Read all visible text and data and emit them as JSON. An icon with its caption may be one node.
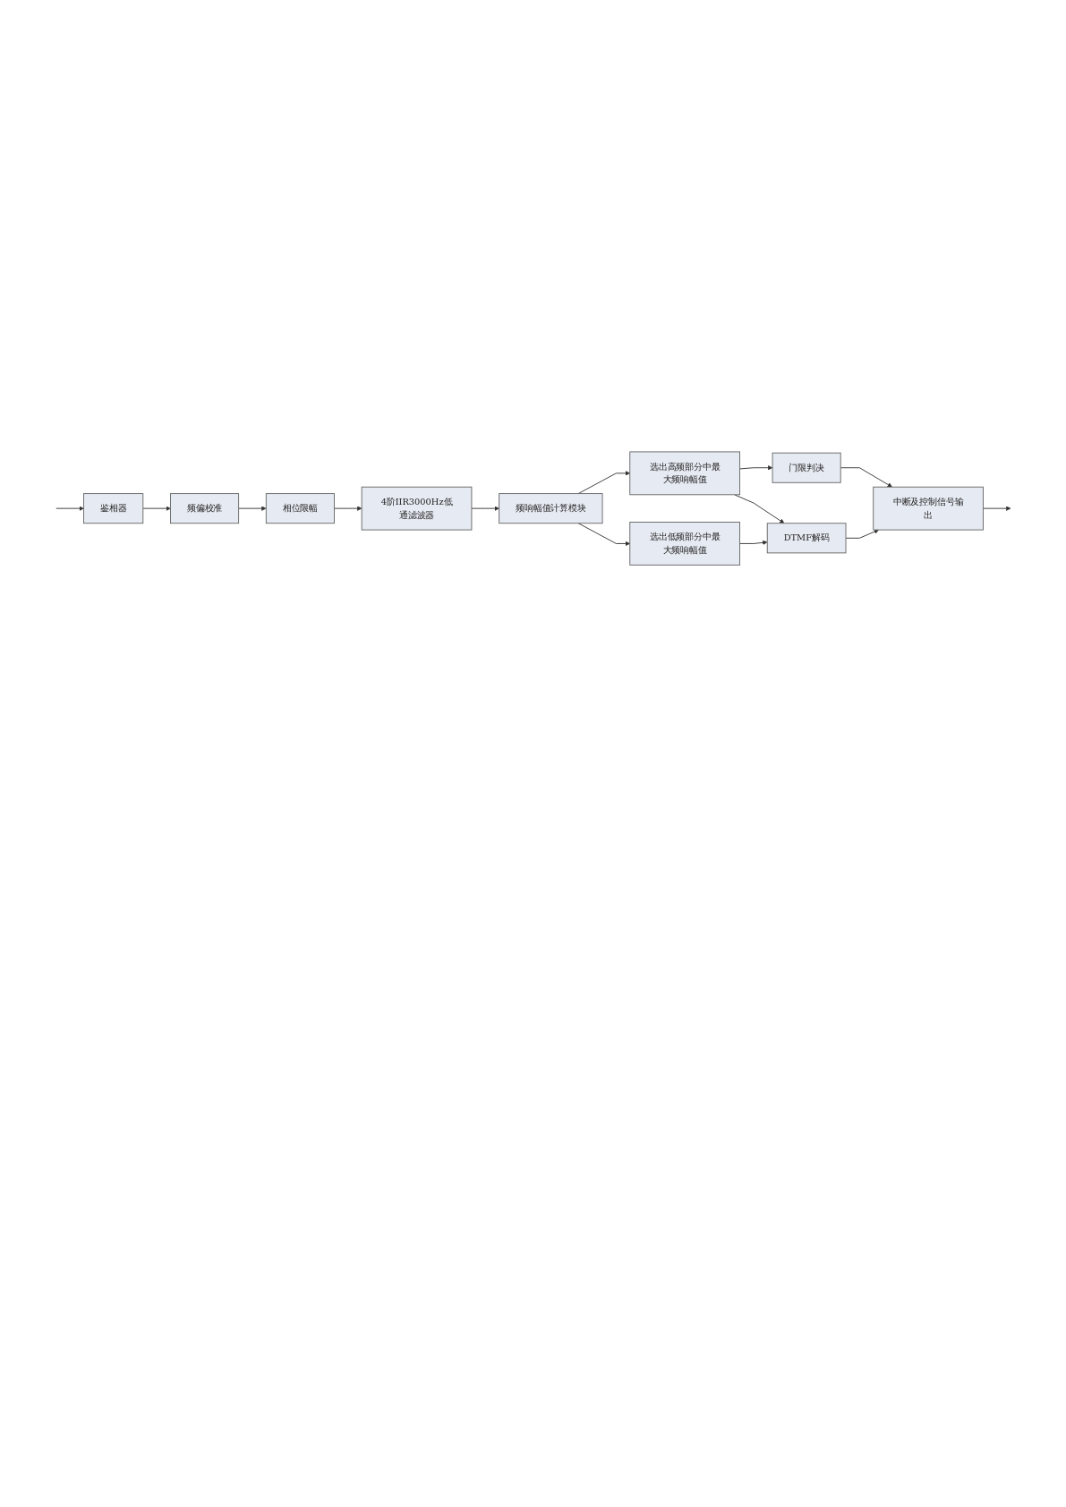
{
  "diagram": {
    "nodes": [
      {
        "text": [
          "鉴相器"
        ]
      },
      {
        "text": [
          "频偏校准"
        ]
      },
      {
        "text": [
          "相位限幅"
        ]
      },
      {
        "text": [
          "4阶IIR3000Hz低通滤波器"
        ]
      },
      {
        "text": [
          "频响幅值计算模块"
        ]
      },
      {
        "text": [
          "选出高频部分中最大频响幅值"
        ]
      },
      {
        "text": [
          "门限判决"
        ]
      },
      {
        "text": [
          "中断及控制信号输出"
        ]
      },
      {
        "text": [
          "DTMF解码"
        ]
      },
      {
        "text": [
          "选出低频部分中最大频响幅值"
        ]
      }
    ],
    "edges": [
      {
        "from": null,
        "to": 0,
        "arrow": "to"
      },
      {
        "from": 0,
        "to": 1,
        "arrow": "to"
      },
      {
        "from": 1,
        "to": 2,
        "arrow": "to"
      },
      {
        "from": 2,
        "to": 3,
        "arrow": "to"
      },
      {
        "from": 3,
        "to": 4,
        "arrow": "to"
      },
      {
        "from": 4,
        "to": 5,
        "arrow": "to"
      },
      {
        "from": 4,
        "to": 9,
        "arrow": "to"
      },
      {
        "from": 5,
        "to": 6,
        "arrow": "to"
      },
      {
        "from": 6,
        "to": 7,
        "arrow": "to"
      },
      {
        "from": 5,
        "to": 8,
        "arrow": "to"
      },
      {
        "from": 9,
        "to": 8,
        "arrow": "to"
      },
      {
        "from": 8,
        "to": 7,
        "arrow": "to"
      },
      {
        "from": 7,
        "to": null,
        "arrow": "to"
      }
    ]
  }
}
